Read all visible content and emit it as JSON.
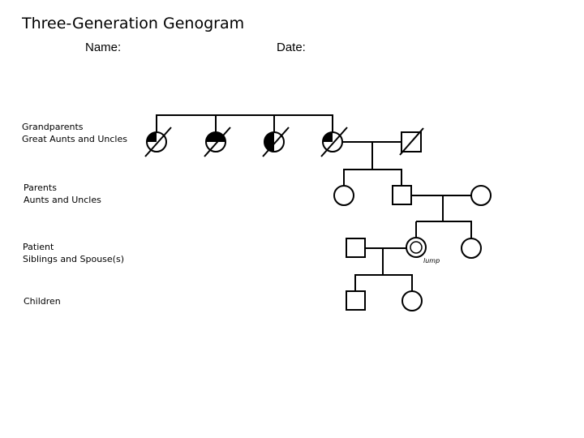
{
  "title": "Three-Generation Genogram",
  "fields": {
    "name_label": "Name:",
    "date_label": "Date:"
  },
  "generations": {
    "grandparents": "Grandparents\nGreat Aunts and Uncles",
    "parents": "Parents\nAunts and Uncles",
    "patient": "Patient\nSiblings and Spouse(s)",
    "children": "Children"
  },
  "annotations": {
    "patient_note": "lump"
  }
}
